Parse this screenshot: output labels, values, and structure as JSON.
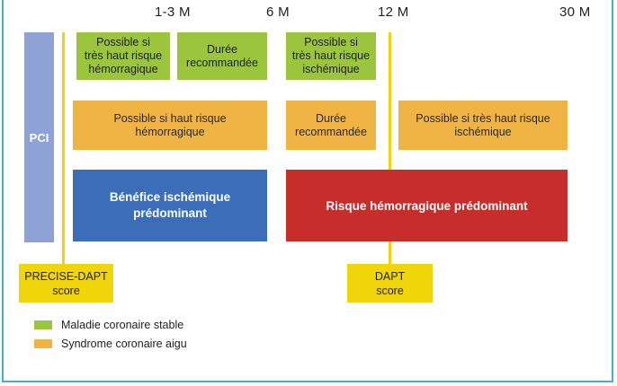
{
  "timeline": {
    "ticks": [
      "1-3 M",
      "6 M",
      "12 M",
      "30 M"
    ]
  },
  "pci": {
    "label": "PCI"
  },
  "stable_row": {
    "box1": "Possible si\ntrès haut risque\nhémorragique",
    "box2": "Durée\nrecommandée",
    "box3": "Possible si\ntrès haut risque\nischémique"
  },
  "acs_row": {
    "box1": "Possible si haut risque\nhémorragique",
    "box2": "Durée\nrecommandée",
    "box3": "Possible si très haut risque\nischémique"
  },
  "benefit_row": {
    "ischemic": "Bénéfice ischémique\nprédominant",
    "hemorrhagic": "Risque hémorragique prédominant"
  },
  "scores": {
    "precise": "PRECISE-DAPT\nscore",
    "dapt": "DAPT\nscore"
  },
  "legend": {
    "items": [
      {
        "label": "Maladie coronaire stable",
        "color": "#9bc53d"
      },
      {
        "label": "Syndrome coronaire aigu",
        "color": "#efb443"
      }
    ]
  },
  "colors": {
    "frame": "#4aa8d6",
    "pci": "#8ea2d6",
    "benefit": "#3b6db8",
    "risk": "#c72d2b",
    "score": "#f0d50b"
  }
}
